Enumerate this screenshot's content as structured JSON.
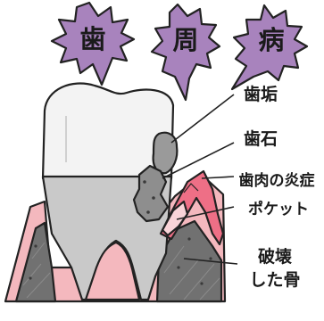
{
  "title": [
    "歯",
    "周",
    "病"
  ],
  "labels": {
    "plaque": "歯垢",
    "tartar": "歯石",
    "gum_inflammation": "歯肉の炎症",
    "pocket": "ポケット",
    "destroyed_bone_line1": "破壊",
    "destroyed_bone_line2": "した骨"
  },
  "colors": {
    "burst": "#a883bd",
    "tooth": "#f3f3f3",
    "tooth_root": "#c9c9c9",
    "gum": "#f4b8be",
    "inflamed_gum": "#ee6f86",
    "bone": "#717171",
    "tartar": "#8e8e8e"
  }
}
